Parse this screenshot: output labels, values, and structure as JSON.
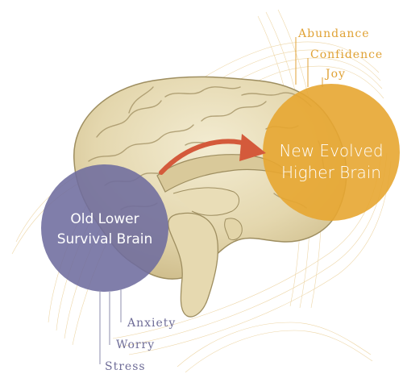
{
  "colors": {
    "gold": "#E7A631",
    "gold_text": "#E0A235",
    "blue": "#6E6C9E",
    "blue_text": "#6F6D98",
    "brain_light": "#EFE6C6",
    "brain_mid": "#DDCFA1",
    "brain_dark": "#B9A97A",
    "arrow": "#D45A3B",
    "wire": "#E8C98A"
  },
  "higher": {
    "line1": "New Evolved",
    "line2": "Higher Brain",
    "emotions": [
      "Abundance",
      "Confidence",
      "Joy"
    ]
  },
  "lower": {
    "line1": "Old Lower",
    "line2": "Survival Brain",
    "emotions": [
      "Anxiety",
      "Worry",
      "Stress"
    ]
  },
  "icons": {
    "arrow": "curved-arrow-icon",
    "brain": "brain-illustration"
  }
}
